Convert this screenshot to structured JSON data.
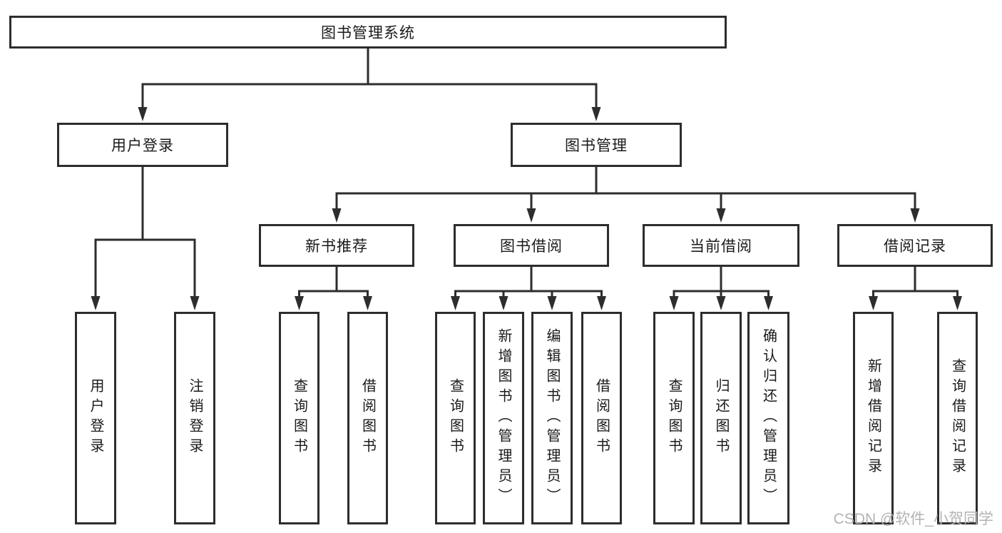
{
  "tree": {
    "label": "图书管理系统",
    "children": [
      {
        "label": "用户登录",
        "children": [
          {
            "label": "用户登录"
          },
          {
            "label": "注销登录"
          }
        ]
      },
      {
        "label": "图书管理",
        "children": [
          {
            "label": "新书推荐",
            "children": [
              {
                "label": "查询图书"
              },
              {
                "label": "借阅图书"
              }
            ]
          },
          {
            "label": "图书借阅",
            "children": [
              {
                "label": "查询图书"
              },
              {
                "label": "新增图书（管理员）"
              },
              {
                "label": "编辑图书（管理员）"
              },
              {
                "label": "借阅图书"
              }
            ]
          },
          {
            "label": "当前借阅",
            "children": [
              {
                "label": "查询图书"
              },
              {
                "label": "归还图书"
              },
              {
                "label": "确认归还（管理员）"
              }
            ]
          },
          {
            "label": "借阅记录",
            "children": [
              {
                "label": "新增借阅记录"
              },
              {
                "label": "查询借阅记录"
              }
            ]
          }
        ]
      }
    ]
  },
  "watermark": {
    "text": "CSDN @软件_小贺同学"
  },
  "colors": {
    "line": "#2d2d2d",
    "border": "#2d2d2d",
    "text": "#1a1a1a",
    "watermark": "#b3b3b3",
    "bg": "#ffffff"
  }
}
